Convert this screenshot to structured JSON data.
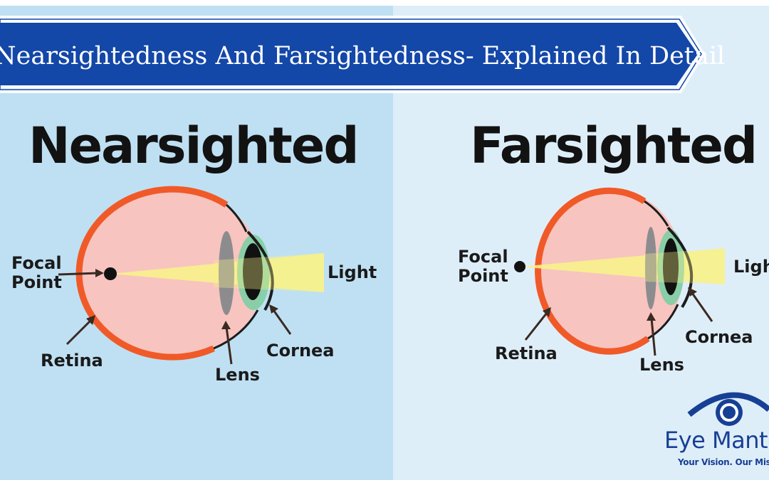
{
  "banner": {
    "title": "Nearsightedness And Farsightedness- Explained In Detail"
  },
  "panels": {
    "near": {
      "heading": "Nearsighted",
      "labels": {
        "focal_line1": "Focal",
        "focal_line2": "Point",
        "light": "Light",
        "retina": "Retina",
        "lens": "Lens",
        "cornea": "Cornea"
      }
    },
    "far": {
      "heading": "Farsighted",
      "labels": {
        "focal_line1": "Focal",
        "focal_line2": "Point",
        "light": "Ligh",
        "retina": "Retina",
        "lens": "Lens",
        "cornea": "Cornea"
      }
    }
  },
  "logo": {
    "name": "Eye Mant",
    "tagline": "Your Vision. Our Missi",
    "icon": "eye-icon"
  },
  "colors": {
    "banner_blue": "#1347a8",
    "left_bg": "#bfe0f2",
    "right_bg": "#deeef9",
    "eyeball": "#f7c4c0",
    "retina_orange": "#f05a28",
    "light_beam": "#f8f289",
    "iris_green": "#83cfa5",
    "lens_gray": "#8c8c8f",
    "logo_blue": "#173f95"
  }
}
